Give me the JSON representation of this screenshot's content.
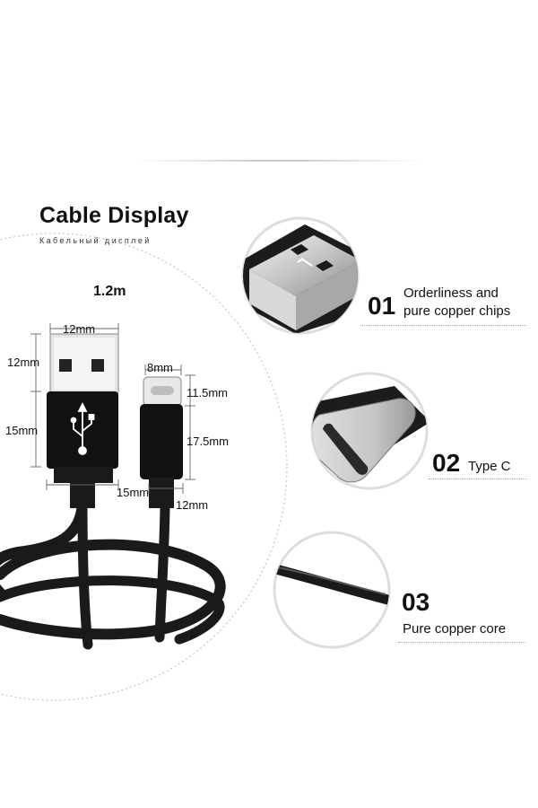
{
  "header": {
    "title": "Cable Display",
    "subtitle": "Кабельный дисплей",
    "length_label": "1.2m"
  },
  "dimensions": {
    "usb_a_width": "12mm",
    "usb_a_plug_length": "12mm",
    "usb_a_body_length": "15mm",
    "usb_a_strain_relief": "15mm",
    "type_c_width": "8mm",
    "type_c_plug_length": "11.5mm",
    "type_c_body_length": "17.5mm",
    "type_c_strain_relief": "12mm"
  },
  "features": [
    {
      "number": "01",
      "text_line1": "Orderliness and",
      "text_line2": "pure copper chips"
    },
    {
      "number": "02",
      "text": "Type C"
    },
    {
      "number": "03",
      "text": "Pure copper core"
    }
  ],
  "colors": {
    "cable": "#1a1a1a",
    "metal": "#d9d9d9",
    "ring": "#dddddd",
    "dots": "#aaaaaa"
  },
  "icons": [
    "usb-symbol-icon"
  ]
}
